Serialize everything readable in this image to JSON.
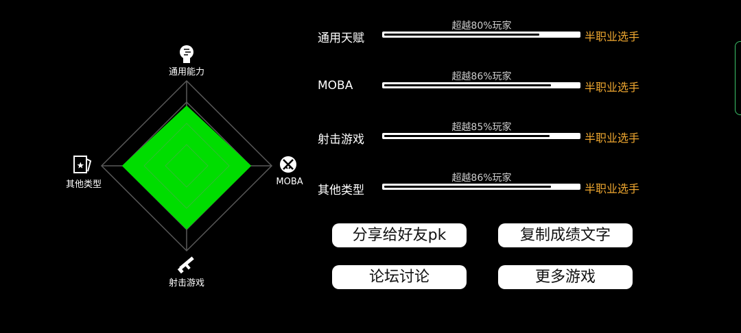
{
  "radar": {
    "axes": [
      {
        "label": "通用能力",
        "icon": "head-profile-icon",
        "value": 0.71
      },
      {
        "label": "MOBA",
        "icon": "crossed-swords-icon",
        "value": 0.76
      },
      {
        "label": "射击游戏",
        "icon": "rifle-icon",
        "value": 0.75
      },
      {
        "label": "其他类型",
        "icon": "cards-icon",
        "value": 0.76
      }
    ],
    "fill_color": "#00dd00",
    "grid_color": "#5a5a5a"
  },
  "stats": [
    {
      "label": "通用天赋",
      "percentile_text": "超越80%玩家",
      "fill": 0.8,
      "rank": "半职业选手"
    },
    {
      "label": "MOBA",
      "percentile_text": "超越86%玩家",
      "fill": 0.86,
      "rank": "半职业选手"
    },
    {
      "label": "射击游戏",
      "percentile_text": "超越85%玩家",
      "fill": 0.85,
      "rank": "半职业选手"
    },
    {
      "label": "其他类型",
      "percentile_text": "超越86%玩家",
      "fill": 0.86,
      "rank": "半职业选手"
    }
  ],
  "colors": {
    "rank_text": "#f0a830",
    "edge_handle": "#3cc46a"
  },
  "buttons": {
    "share": "分享给好友pk",
    "copy": "复制成绩文字",
    "forum": "论坛讨论",
    "more_games": "更多游戏"
  }
}
